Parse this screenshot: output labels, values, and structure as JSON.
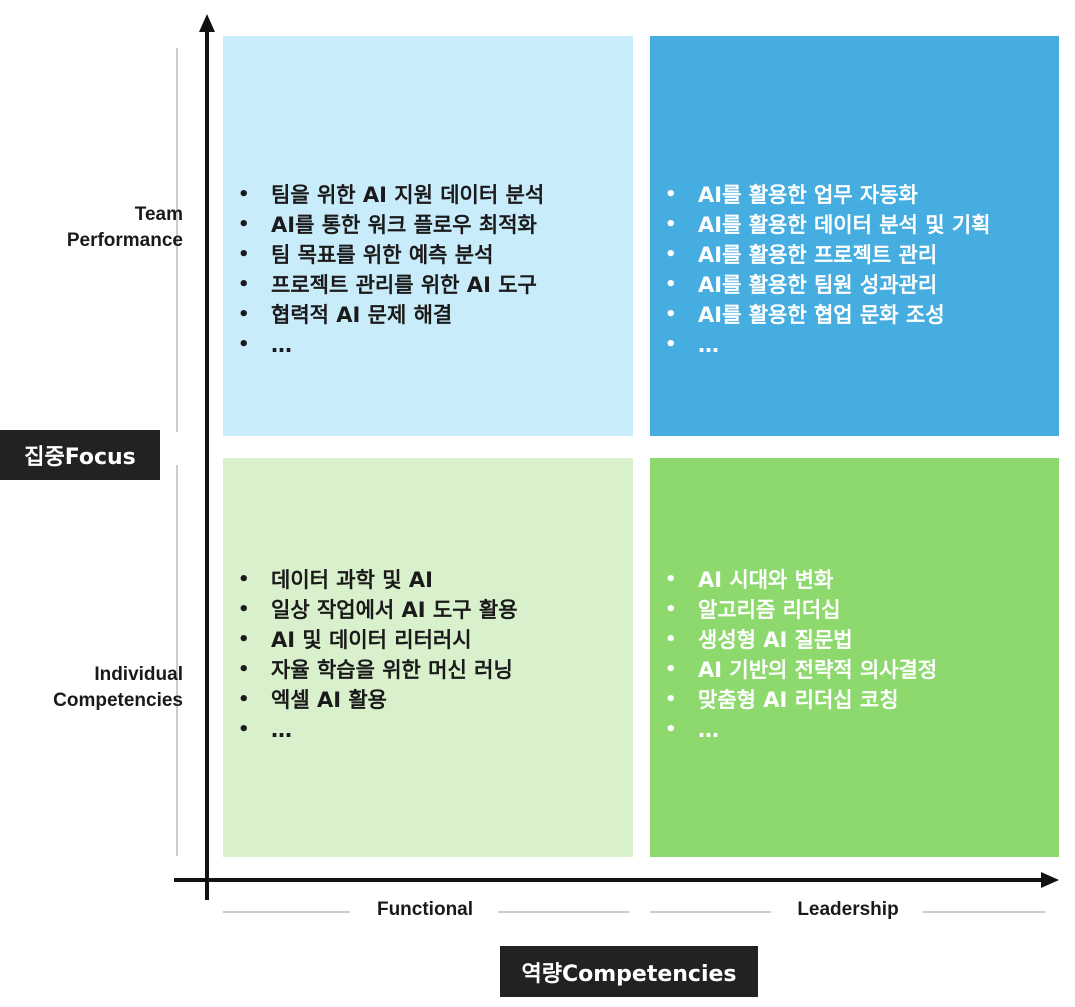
{
  "axis_titles": {
    "vertical": "집중Focus",
    "horizontal": "역량Competencies"
  },
  "row_labels": {
    "top": [
      "Team",
      "Performance"
    ],
    "bottom": [
      "Individual",
      "Competencies"
    ]
  },
  "column_labels": {
    "left": "Functional",
    "right": "Leadership"
  },
  "quadrants": {
    "team_functional": {
      "color": "#C9ECFB",
      "items": [
        "팀을 위한 AI 지원 데이터 분석",
        "AI를 통한 워크 플로우 최적화",
        "팀 목표를 위한 예측 분석",
        "프로젝트 관리를 위한 AI 도구",
        "협력적 AI 문제 해결",
        "…"
      ]
    },
    "team_leadership": {
      "color": "#45ADE0",
      "items": [
        "AI를 활용한 업무 자동화",
        "AI를 활용한 데이터 분석 및 기획",
        "AI를 활용한 프로젝트 관리",
        "AI를 활용한 팀원 성과관리",
        "AI를 활용한 협업 문화 조성",
        "…"
      ]
    },
    "individual_functional": {
      "color": "#D8F0CC",
      "items": [
        "데이터 과학 및 AI",
        "일상 작업에서 AI 도구 활용",
        "AI  및 데이터 리터러시",
        "자율 학습을 위한 머신 러닝",
        "엑셀 AI 활용",
        "…"
      ]
    },
    "individual_leadership": {
      "color": "#8DD96E",
      "items": [
        "AI 시대와 변화",
        "알고리즘 리더십",
        "생성형 AI 질문법",
        "AI 기반의 전략적 의사결정",
        "맞춤형 AI 리더십 코칭",
        "…"
      ]
    }
  },
  "colors": {
    "axis": "#111111",
    "guide_line": "#cccccc",
    "title_bg": "#222222"
  }
}
